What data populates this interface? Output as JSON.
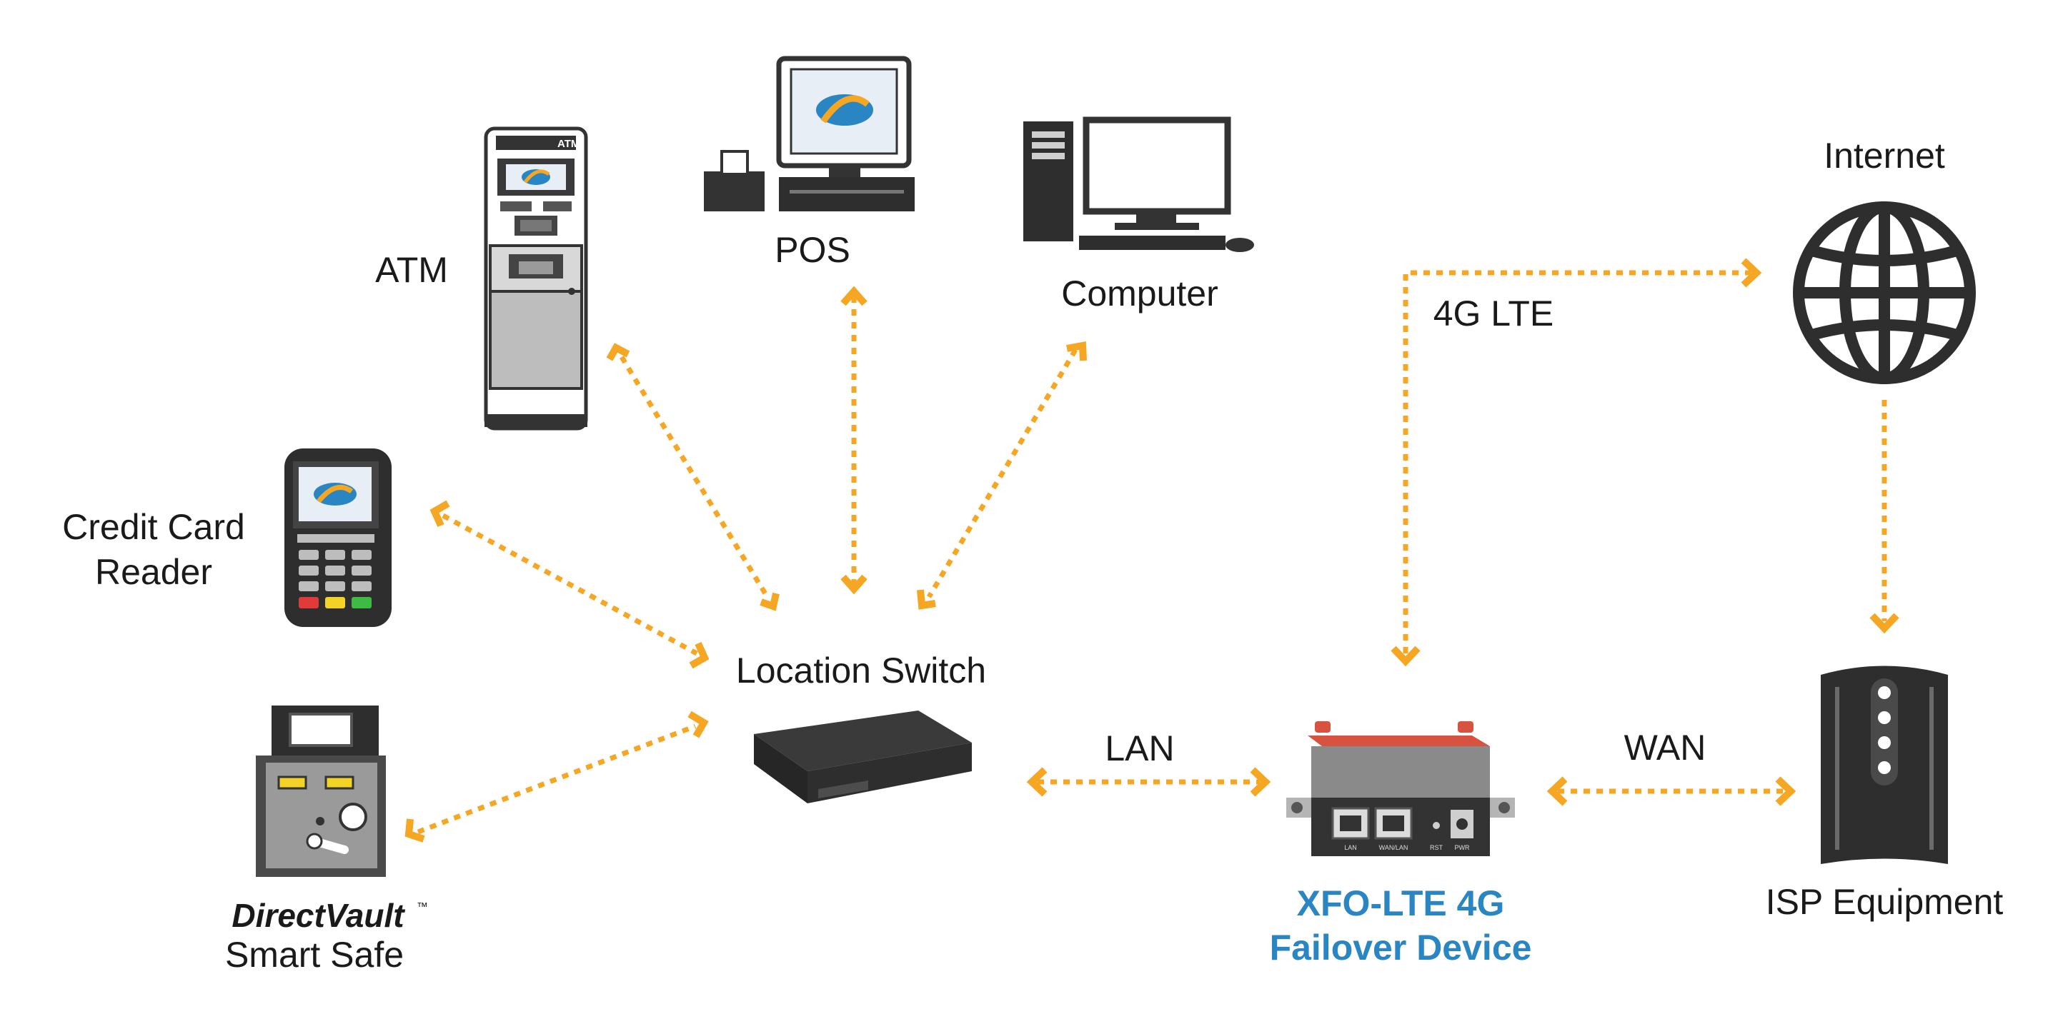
{
  "colors": {
    "link": "#f5a623",
    "device_dark": "#333333",
    "label_text": "#1a1a1a",
    "highlight_text": "#2a86c2",
    "router_top": "#d8533f"
  },
  "labels": {
    "atm": "ATM",
    "atm_screen": "ATM",
    "pos": "POS",
    "computer": "Computer",
    "credit_card_line1": "Credit Card",
    "credit_card_line2": "Reader",
    "safe_brand": "DirectVault",
    "safe_brand_tm": "™",
    "safe_line2": "Smart Safe",
    "location_switch": "Location Switch",
    "lan": "LAN",
    "wan": "WAN",
    "lte": "4G LTE",
    "internet": "Internet",
    "isp": "ISP Equipment",
    "xfo_line1": "XFO-LTE 4G",
    "xfo_line2": "Failover Device",
    "port_lan": "LAN",
    "port_wan": "WAN/LAN",
    "port_rst": "RST",
    "port_pwr": "PWR"
  },
  "icons": {
    "atm": "atm-icon",
    "pos": "pos-terminal-icon",
    "computer": "desktop-computer-icon",
    "card_reader": "card-reader-icon",
    "smart_safe": "smart-safe-icon",
    "switch": "network-switch-icon",
    "router": "lte-router-icon",
    "globe": "globe-icon",
    "isp_equipment": "isp-equipment-icon"
  }
}
